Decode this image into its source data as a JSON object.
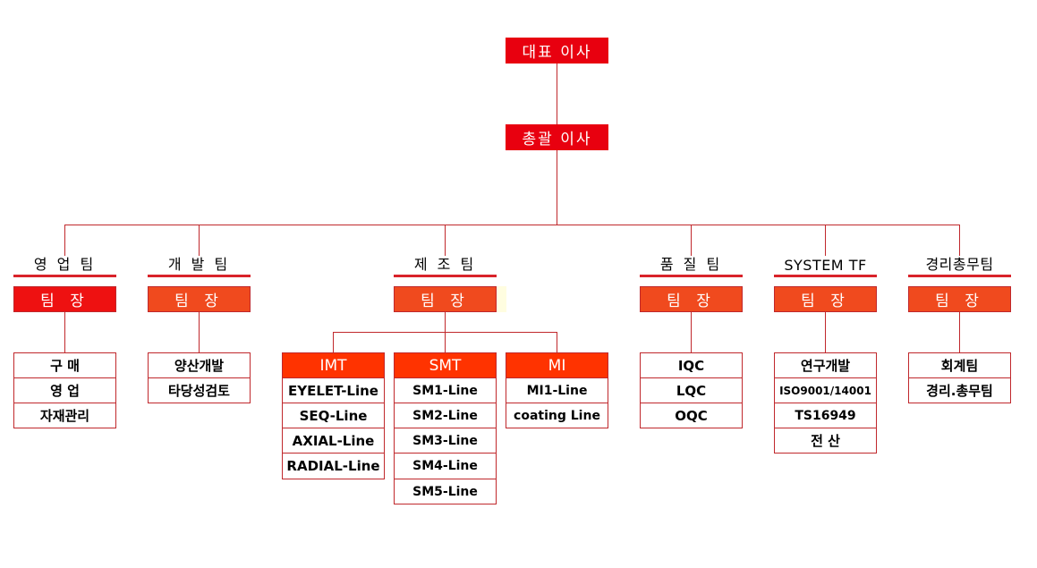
{
  "ceo": "대표 이사",
  "coo": "총괄 이사",
  "teams": [
    {
      "title": "영 업 팀",
      "leader": "팀  장",
      "items": [
        "구  매",
        "영  업",
        "자재관리"
      ]
    },
    {
      "title": "개 발 팀",
      "leader": "팀  장",
      "items": [
        "양산개발",
        "타당성검토"
      ]
    },
    {
      "title": "제 조 팀",
      "leader": "팀  장",
      "lines": [
        {
          "name": "IMT",
          "items": [
            "EYELET-Line",
            "SEQ-Line",
            "AXIAL-Line",
            "RADIAL-Line"
          ]
        },
        {
          "name": "SMT",
          "items": [
            "SM1-Line",
            "SM2-Line",
            "SM3-Line",
            "SM4-Line",
            "SM5-Line"
          ]
        },
        {
          "name": "MI",
          "items": [
            "MI1-Line",
            "coating Line"
          ]
        }
      ]
    },
    {
      "title": "품 질 팀",
      "leader": "팀  장",
      "items": [
        "IQC",
        "LQC",
        "OQC"
      ]
    },
    {
      "title": "SYSTEM TF",
      "leader": "팀  장",
      "items": [
        "연구개발",
        "ISO9001/14001",
        "TS16949",
        "전  산"
      ]
    },
    {
      "title": "경리총무팀",
      "leader": "팀  장",
      "items": [
        "회계팀",
        "경리.총무팀"
      ]
    }
  ],
  "colors": {
    "line": "#c0282c",
    "top_box": "#e8000f",
    "leader_red": "#ee1111",
    "leader_orange": "#f04a1e",
    "sub_header": "#ff3300"
  }
}
